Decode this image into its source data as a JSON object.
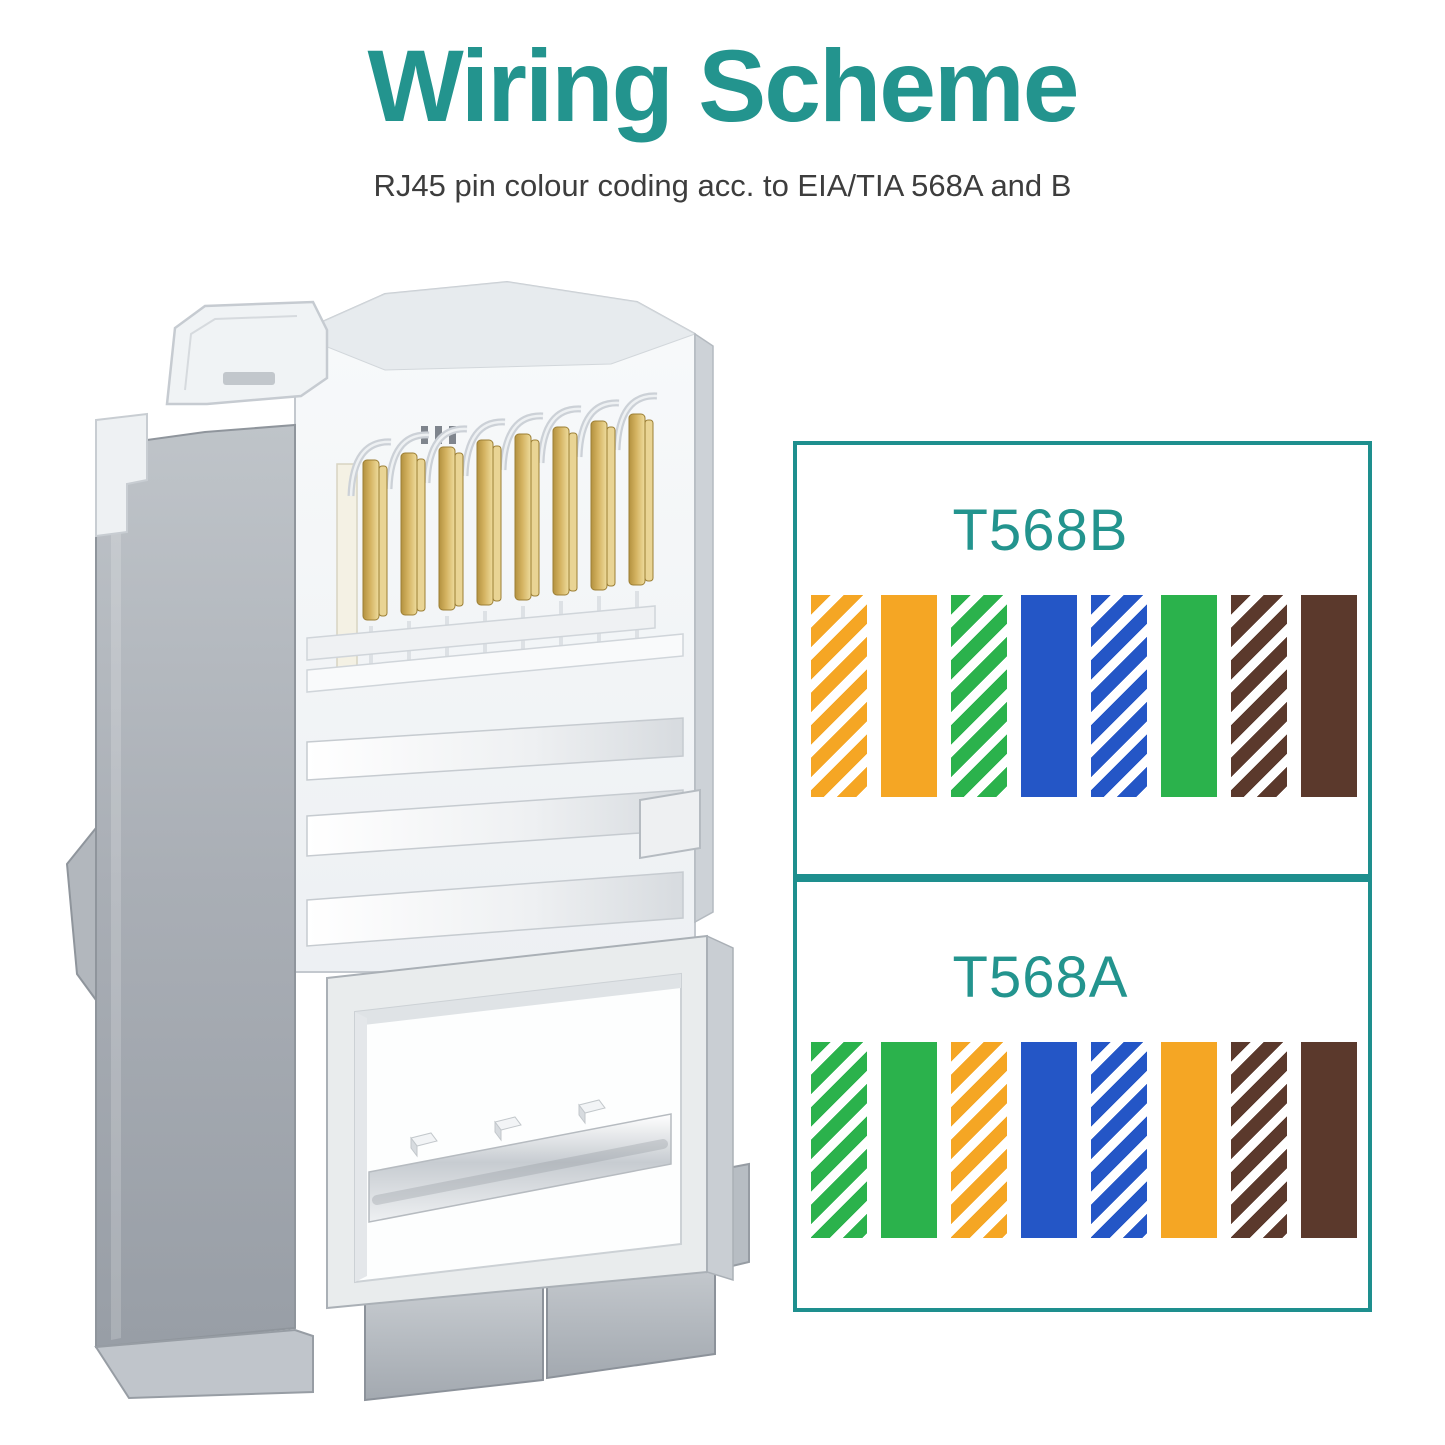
{
  "header": {
    "title": "Wiring Scheme",
    "subtitle": "RJ45 pin colour coding acc. to EIA/TIA 568A and B"
  },
  "colors": {
    "heading_teal": "#23948e",
    "border_teal": "#1e8f8e",
    "subtitle_gray": "#3d3d3d",
    "wire": {
      "orange": "#F5A624",
      "green": "#2BB24C",
      "blue": "#2456C6",
      "brown": "#5B392C"
    },
    "stripe_white": "#ffffff",
    "connector_shield": "#a9aeb5",
    "connector_gold": "#d4b361",
    "connector_clear": "#f3f5f8"
  },
  "connector": {
    "description": "shielded RJ45 pass-through modular plug, 3D render",
    "pin_count": 8
  },
  "panels": [
    {
      "id": "T568B",
      "label": "T568B",
      "wires": [
        {
          "pin": 1,
          "color": "orange",
          "striped": true,
          "name": "white-orange"
        },
        {
          "pin": 2,
          "color": "orange",
          "striped": false,
          "name": "orange"
        },
        {
          "pin": 3,
          "color": "green",
          "striped": true,
          "name": "white-green"
        },
        {
          "pin": 4,
          "color": "blue",
          "striped": false,
          "name": "blue"
        },
        {
          "pin": 5,
          "color": "blue",
          "striped": true,
          "name": "white-blue"
        },
        {
          "pin": 6,
          "color": "green",
          "striped": false,
          "name": "green"
        },
        {
          "pin": 7,
          "color": "brown",
          "striped": true,
          "name": "white-brown"
        },
        {
          "pin": 8,
          "color": "brown",
          "striped": false,
          "name": "brown"
        }
      ]
    },
    {
      "id": "T568A",
      "label": "T568A",
      "wires": [
        {
          "pin": 1,
          "color": "green",
          "striped": true,
          "name": "white-green"
        },
        {
          "pin": 2,
          "color": "green",
          "striped": false,
          "name": "green"
        },
        {
          "pin": 3,
          "color": "orange",
          "striped": true,
          "name": "white-orange"
        },
        {
          "pin": 4,
          "color": "blue",
          "striped": false,
          "name": "blue"
        },
        {
          "pin": 5,
          "color": "blue",
          "striped": true,
          "name": "white-blue"
        },
        {
          "pin": 6,
          "color": "orange",
          "striped": false,
          "name": "orange"
        },
        {
          "pin": 7,
          "color": "brown",
          "striped": true,
          "name": "white-brown"
        },
        {
          "pin": 8,
          "color": "brown",
          "striped": false,
          "name": "brown"
        }
      ]
    }
  ]
}
